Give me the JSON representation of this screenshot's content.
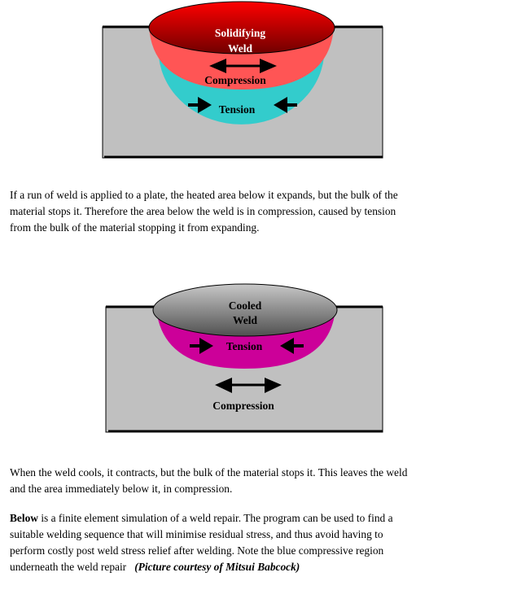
{
  "diagram1": {
    "weld_label_1": "Solidifying",
    "weld_label_2": "Weld",
    "compression": "Compression",
    "tension": "Tension"
  },
  "diagram2": {
    "weld_label_1": "Cooled",
    "weld_label_2": "Weld",
    "tension": "Tension",
    "compression": "Compression"
  },
  "paragraphs": {
    "p1": [
      "If a run of weld is applied to a plate, the heated area below it expands, but the bulk of the",
      "material stops it.  Therefore the area below the weld is in compression, caused by tension",
      "from the bulk of the material stopping it from expanding."
    ],
    "p2": [
      "When the weld cools, it contracts, but the bulk of the material stops it.  This leaves the weld",
      "and the area immediately below it, in compression."
    ],
    "p3_bold": "Below",
    "p3": [
      " is a finite element simulation of a weld repair.  The program can be used to find a",
      "suitable welding sequence that will minimise residual stress, and thus avoid having to",
      "perform costly post weld stress relief after welding.  Note the blue compressive region",
      "underneath the weld repair   "
    ],
    "p3_credit": "(Picture courtesy of Mitsui Babcock)"
  },
  "colors": {
    "plate": "#c0c0c0",
    "compression_zone": "#ff5555",
    "tension_zone": "#33cccc",
    "cooled_tension": "#cc0099"
  }
}
